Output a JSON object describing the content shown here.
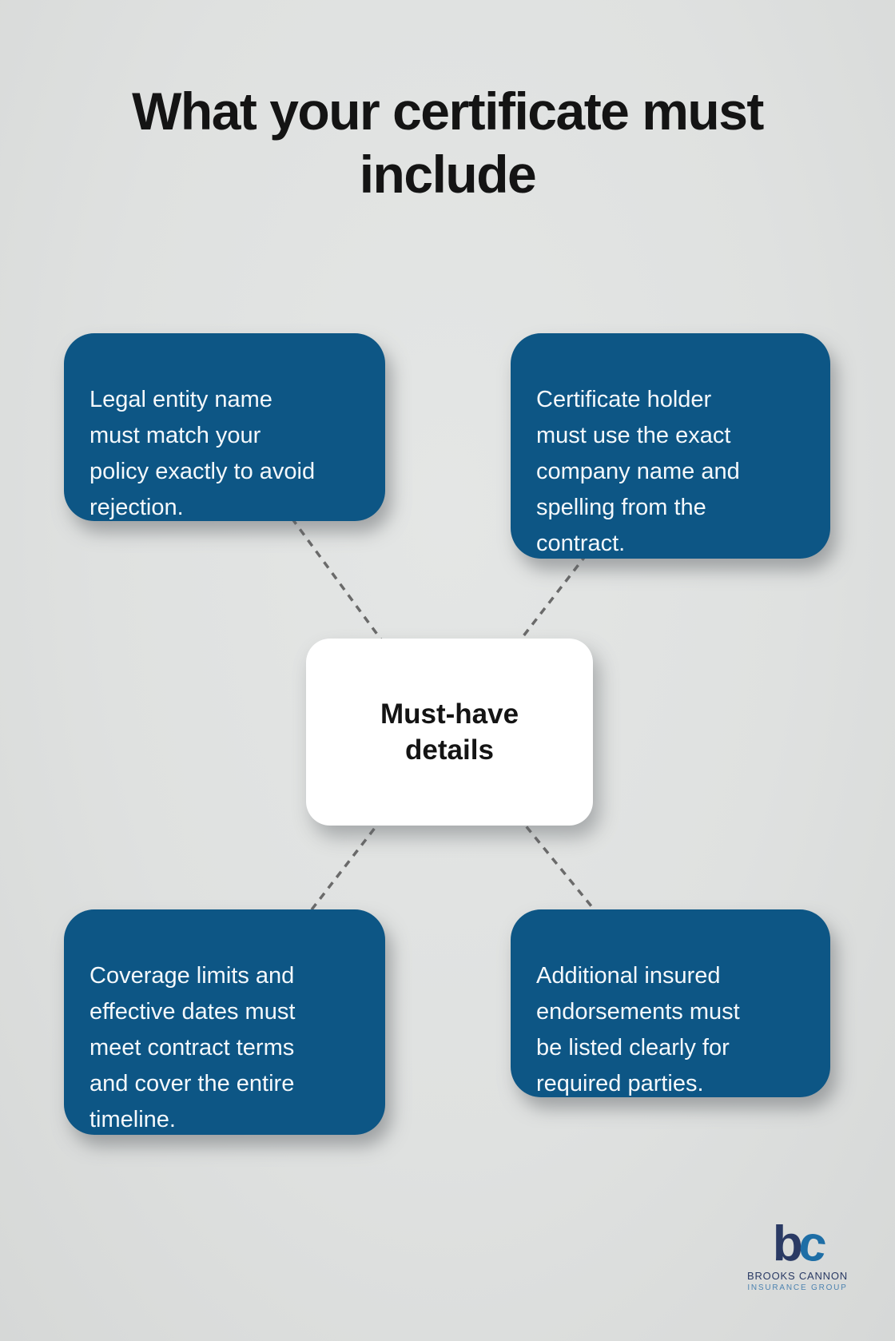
{
  "title": "What your certificate must\ninclude",
  "center_node": {
    "label": "Must-have\ndetails"
  },
  "nodes": [
    {
      "position": "top-left",
      "text": "Legal entity name\nmust match your\npolicy exactly to avoid\nrejection."
    },
    {
      "position": "top-right",
      "text": "Certificate holder\nmust use the exact\ncompany name and\nspelling from the\ncontract."
    },
    {
      "position": "bottom-left",
      "text": "Coverage limits and\neffective dates must\nmeet contract terms\nand cover the entire\ntimeline."
    },
    {
      "position": "bottom-right",
      "text": "Additional insured\nendorsements must\nbe listed clearly for\nrequired parties."
    }
  ],
  "logo": {
    "monogram_b": "b",
    "monogram_c": "c",
    "company_name": "BROOKS CANNON",
    "tagline": "INSURANCE GROUP"
  },
  "colors": {
    "background": "#dfe1e0",
    "card_fill": "#0d5685",
    "card_text": "#f4f8fb",
    "center_fill": "#ffffff",
    "center_text": "#141414",
    "connector": "#6a6a6a",
    "title_text": "#141414",
    "logo_dark_blue": "#2a3a64",
    "logo_light_blue": "#1e6ea6"
  }
}
